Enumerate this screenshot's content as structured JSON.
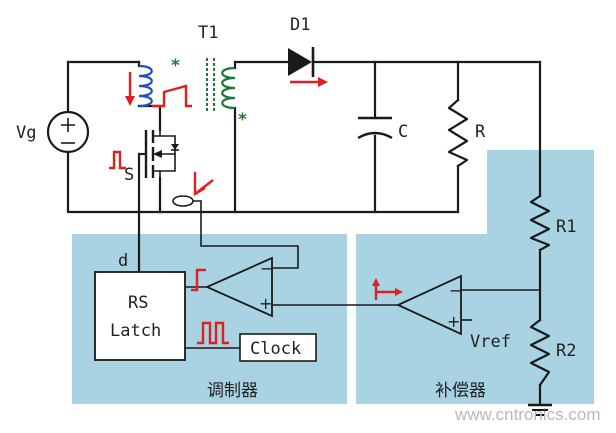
{
  "labels": {
    "T1": "T1",
    "D1": "D1",
    "Vg": "Vg",
    "C": "C",
    "R": "R",
    "S": "S",
    "d": "d",
    "R1": "R1",
    "R2": "R2",
    "Vref": "Vref",
    "rs_latch_line1": "RS",
    "rs_latch_line2": "Latch",
    "clock": "Clock",
    "modulator": "调制器",
    "compensator": "补偿器",
    "watermark": "www.cntronics.com"
  },
  "colors": {
    "panel": "#a9d3e3",
    "wire": "#1a1a1a",
    "signal": "#e02020",
    "primary_coil": "#1f4fc8",
    "secondary_coil": "#1a7a3a",
    "dot_marker": "#1a7a3a"
  }
}
